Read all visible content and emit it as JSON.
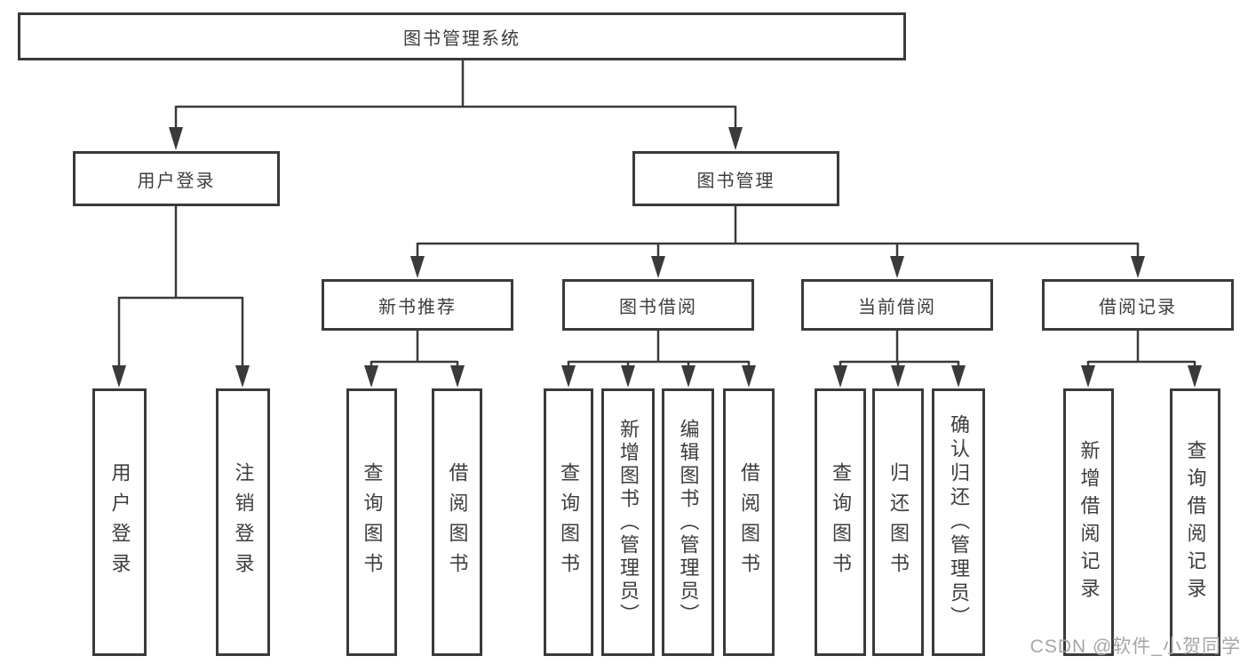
{
  "tree": {
    "root": {
      "label": "图书管理系统"
    },
    "branches": [
      {
        "label": "用户登录",
        "children": [
          "用户登录",
          "注销登录"
        ]
      },
      {
        "label": "图书管理",
        "children": [
          {
            "label": "新书推荐",
            "children": [
              "查询图书",
              "借阅图书"
            ]
          },
          {
            "label": "图书借阅",
            "children": [
              "查询图书",
              "新增图书（管理员）",
              "编辑图书（管理员）",
              "借阅图书"
            ]
          },
          {
            "label": "当前借阅",
            "children": [
              "查询图书",
              "归还图书",
              "确认归还（管理员）"
            ]
          },
          {
            "label": "借阅记录",
            "children": [
              "新增借阅记录",
              "查询借阅记录"
            ]
          }
        ]
      }
    ]
  },
  "watermark": "CSDN @软件_小贺同学",
  "colors": {
    "line": "#3a3a3a",
    "box_border": "#3a3a3a",
    "text": "#3d3d3d",
    "watermark": "#a6a6a6",
    "background": "#ffffff"
  }
}
